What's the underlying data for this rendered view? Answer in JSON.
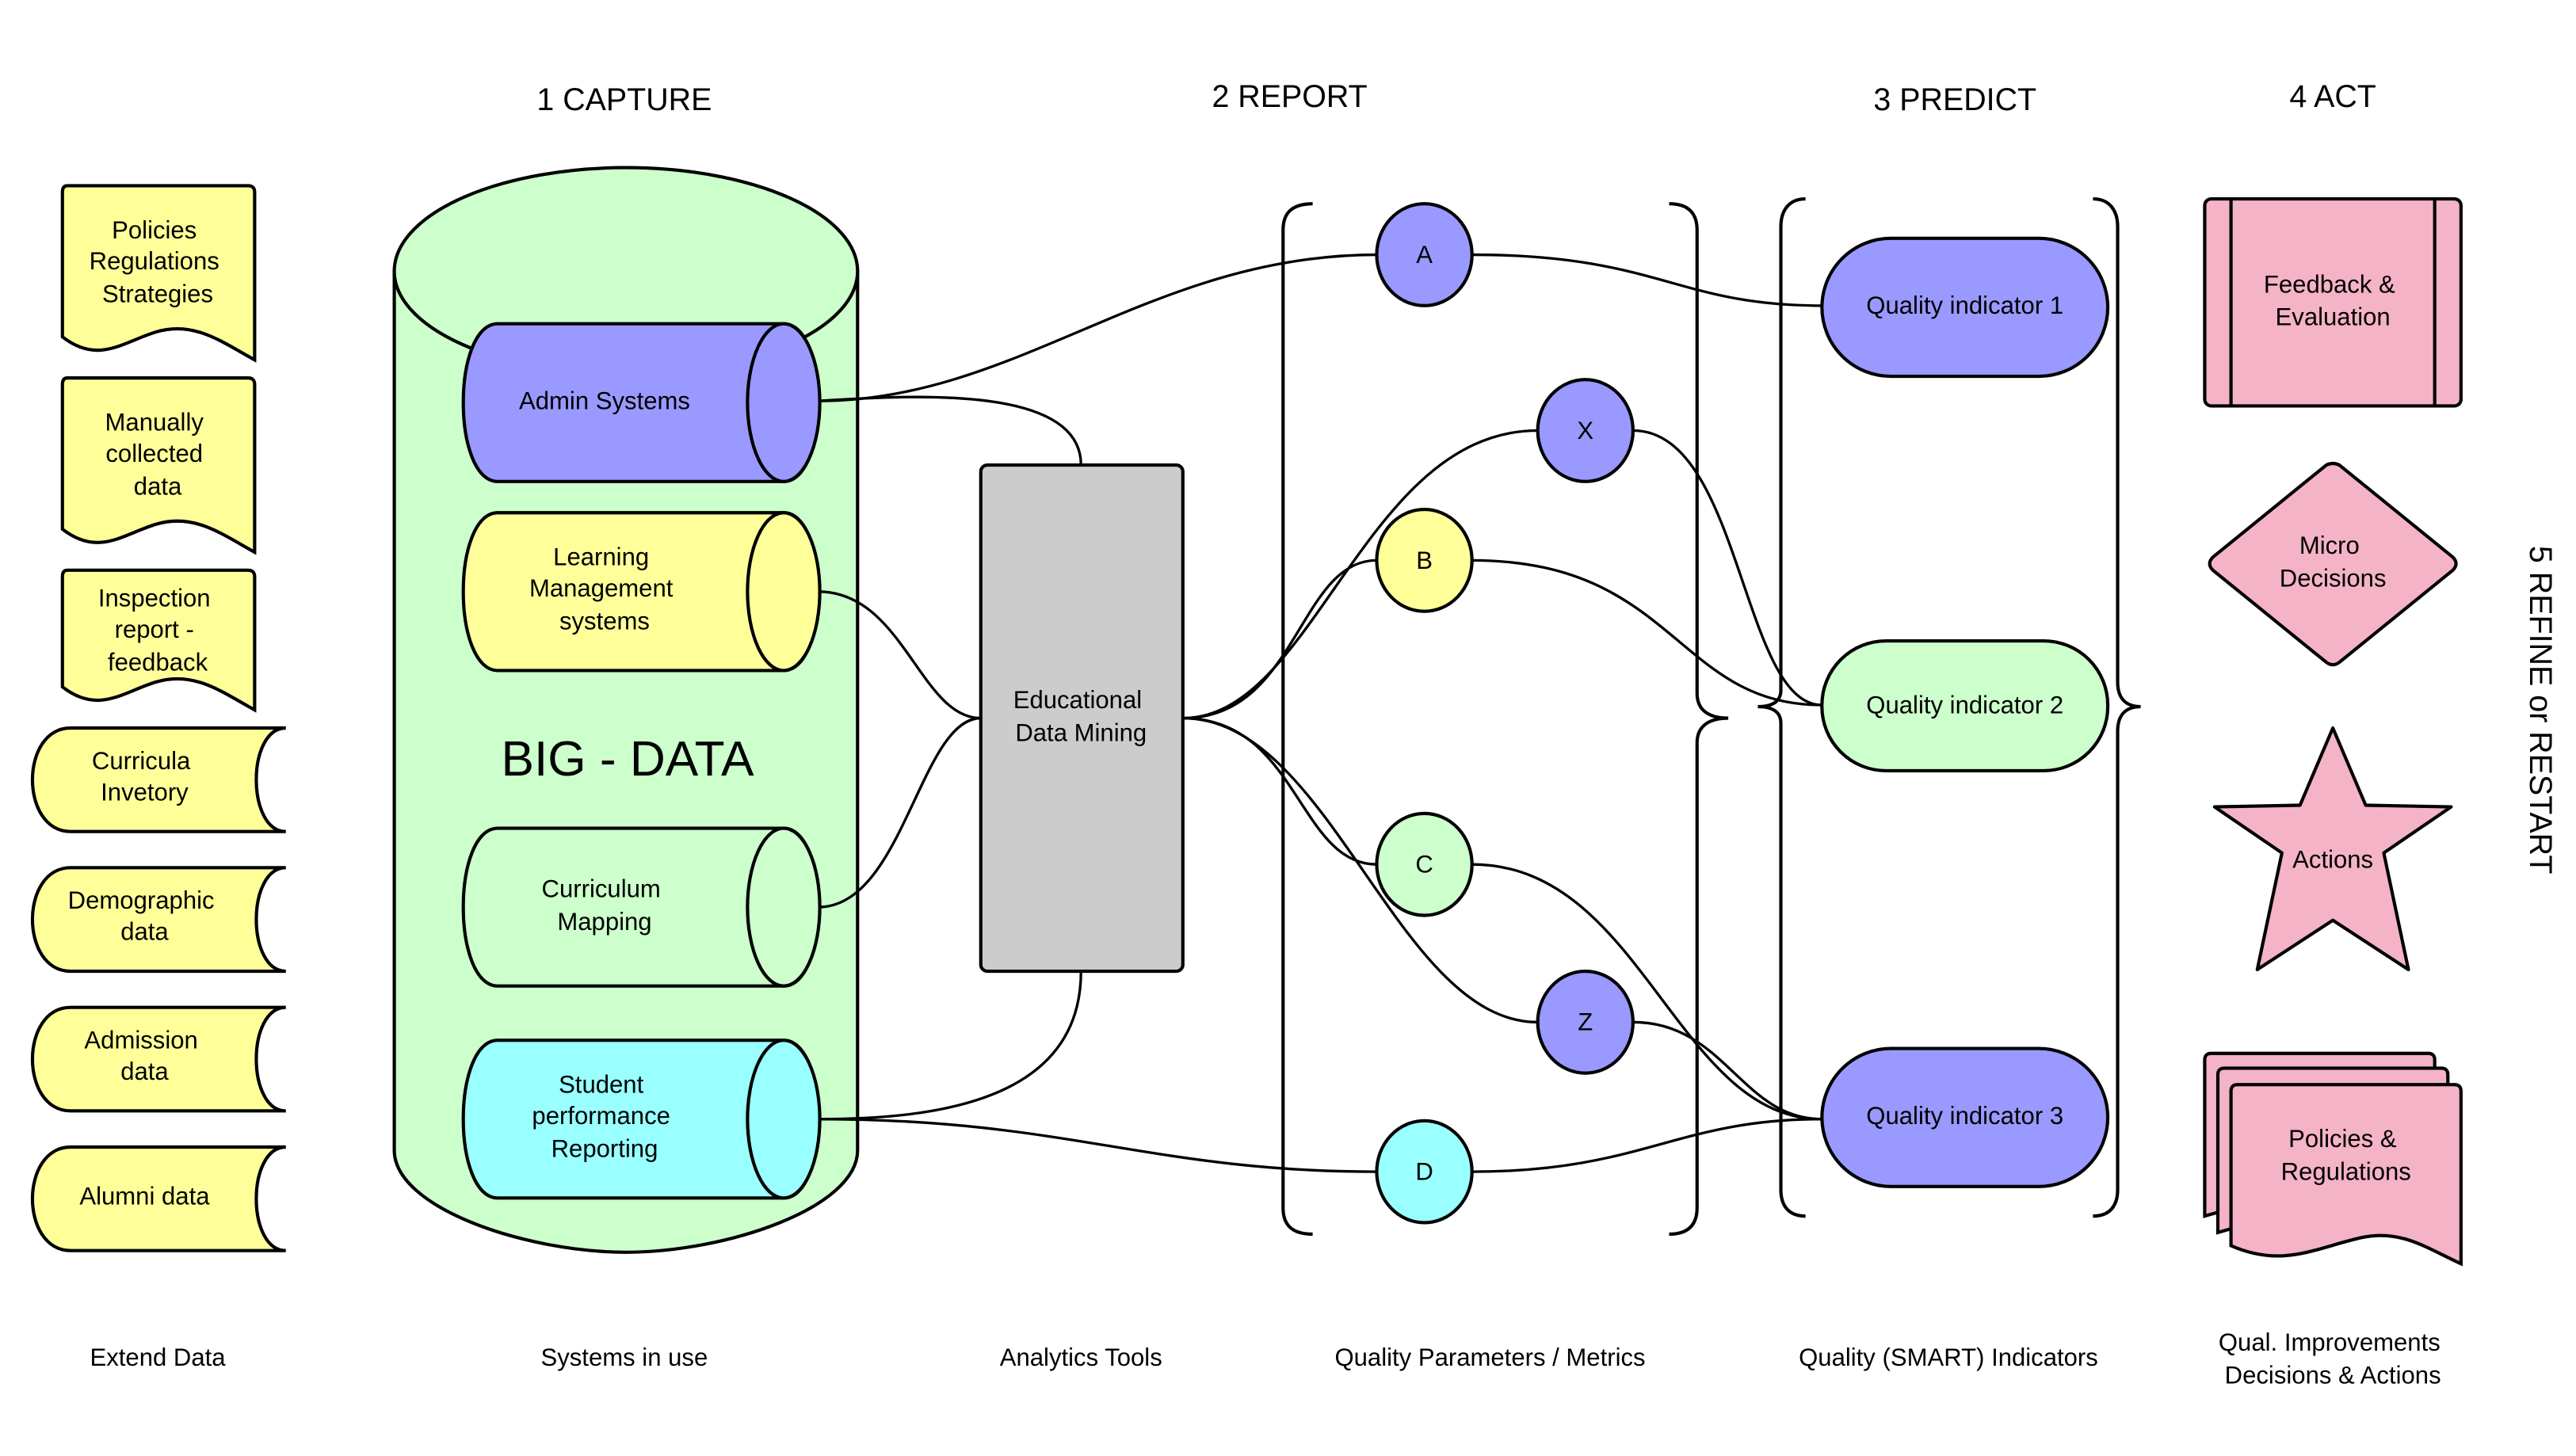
{
  "colors": {
    "yellow": "#ffff99",
    "blue": "#9999ff",
    "green": "#ccffcc",
    "cyan": "#99ffff",
    "gray": "#cccccc",
    "pink": "#f4b3c6",
    "stroke": "#000000"
  },
  "stages": {
    "capture": "1 CAPTURE",
    "report": "2 REPORT",
    "predict": "3 PREDICT",
    "act": "4 ACT",
    "refine": "5 REFINE or RESTART"
  },
  "extend_data": {
    "documents": [
      {
        "lines": [
          "Policies",
          "Regulations",
          "Strategies"
        ]
      },
      {
        "lines": [
          "Manually",
          "collected",
          "data"
        ]
      },
      {
        "lines": [
          "Inspection",
          "report -",
          "feedback"
        ]
      }
    ],
    "stores": [
      {
        "lines": [
          "Curricula",
          "Invetory"
        ]
      },
      {
        "lines": [
          "Demographic",
          "data"
        ]
      },
      {
        "lines": [
          "Admission",
          "data"
        ]
      },
      {
        "lines": [
          "Alumni data"
        ]
      }
    ]
  },
  "big_data": {
    "title": "BIG - DATA",
    "systems": [
      {
        "lines": [
          "Admin Systems"
        ],
        "color": "blue"
      },
      {
        "lines": [
          "Learning",
          "Management",
          "systems"
        ],
        "color": "yellow"
      },
      {
        "lines": [
          "Curriculum",
          "Mapping"
        ],
        "color": "green"
      },
      {
        "lines": [
          "Student",
          "performance",
          "Reporting"
        ],
        "color": "cyan"
      }
    ]
  },
  "analytics": {
    "lines": [
      "Educational",
      "Data Mining"
    ]
  },
  "metrics": {
    "nodes": [
      {
        "id": "A",
        "color": "blue"
      },
      {
        "id": "X",
        "color": "blue"
      },
      {
        "id": "B",
        "color": "yellow"
      },
      {
        "id": "C",
        "color": "green"
      },
      {
        "id": "Z",
        "color": "blue"
      },
      {
        "id": "D",
        "color": "cyan"
      }
    ]
  },
  "indicators": [
    {
      "label": "Quality indicator 1",
      "color": "blue"
    },
    {
      "label": "Quality indicator 2",
      "color": "green"
    },
    {
      "label": "Quality indicator 3",
      "color": "blue"
    }
  ],
  "act": {
    "feedback": [
      "Feedback &",
      "Evaluation"
    ],
    "decisions": [
      "Micro",
      "Decisions"
    ],
    "actions": [
      "Actions"
    ],
    "policies": [
      "Policies &",
      "Regulations"
    ]
  },
  "footers": {
    "extend": "Extend Data",
    "systems": "Systems in use",
    "analytics": "Analytics Tools",
    "metrics": "Quality Parameters / Metrics",
    "indicators": "Quality (SMART) Indicators",
    "improvements_1": "Qual. Improvements",
    "improvements_2": "Decisions & Actions"
  }
}
